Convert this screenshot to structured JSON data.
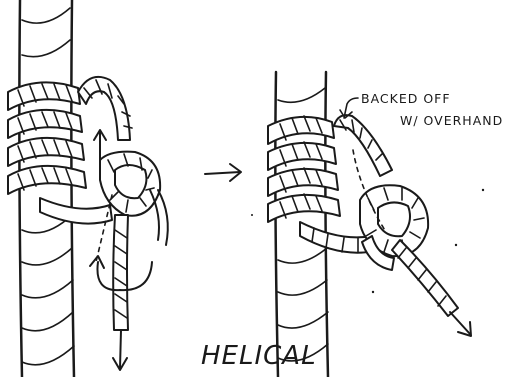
{
  "figure": {
    "title": "HELICAL",
    "annotation_line1": "BACKED OFF",
    "annotation_line2": "W/ OVERHAND",
    "ink_color": "#1a1a1a",
    "background": "#ffffff"
  },
  "icons": {
    "transition_arrow": "right-arrow-icon",
    "pull_arrows": "down-arrow-icon",
    "rotation_arrow": "curved-arrow-icon"
  }
}
